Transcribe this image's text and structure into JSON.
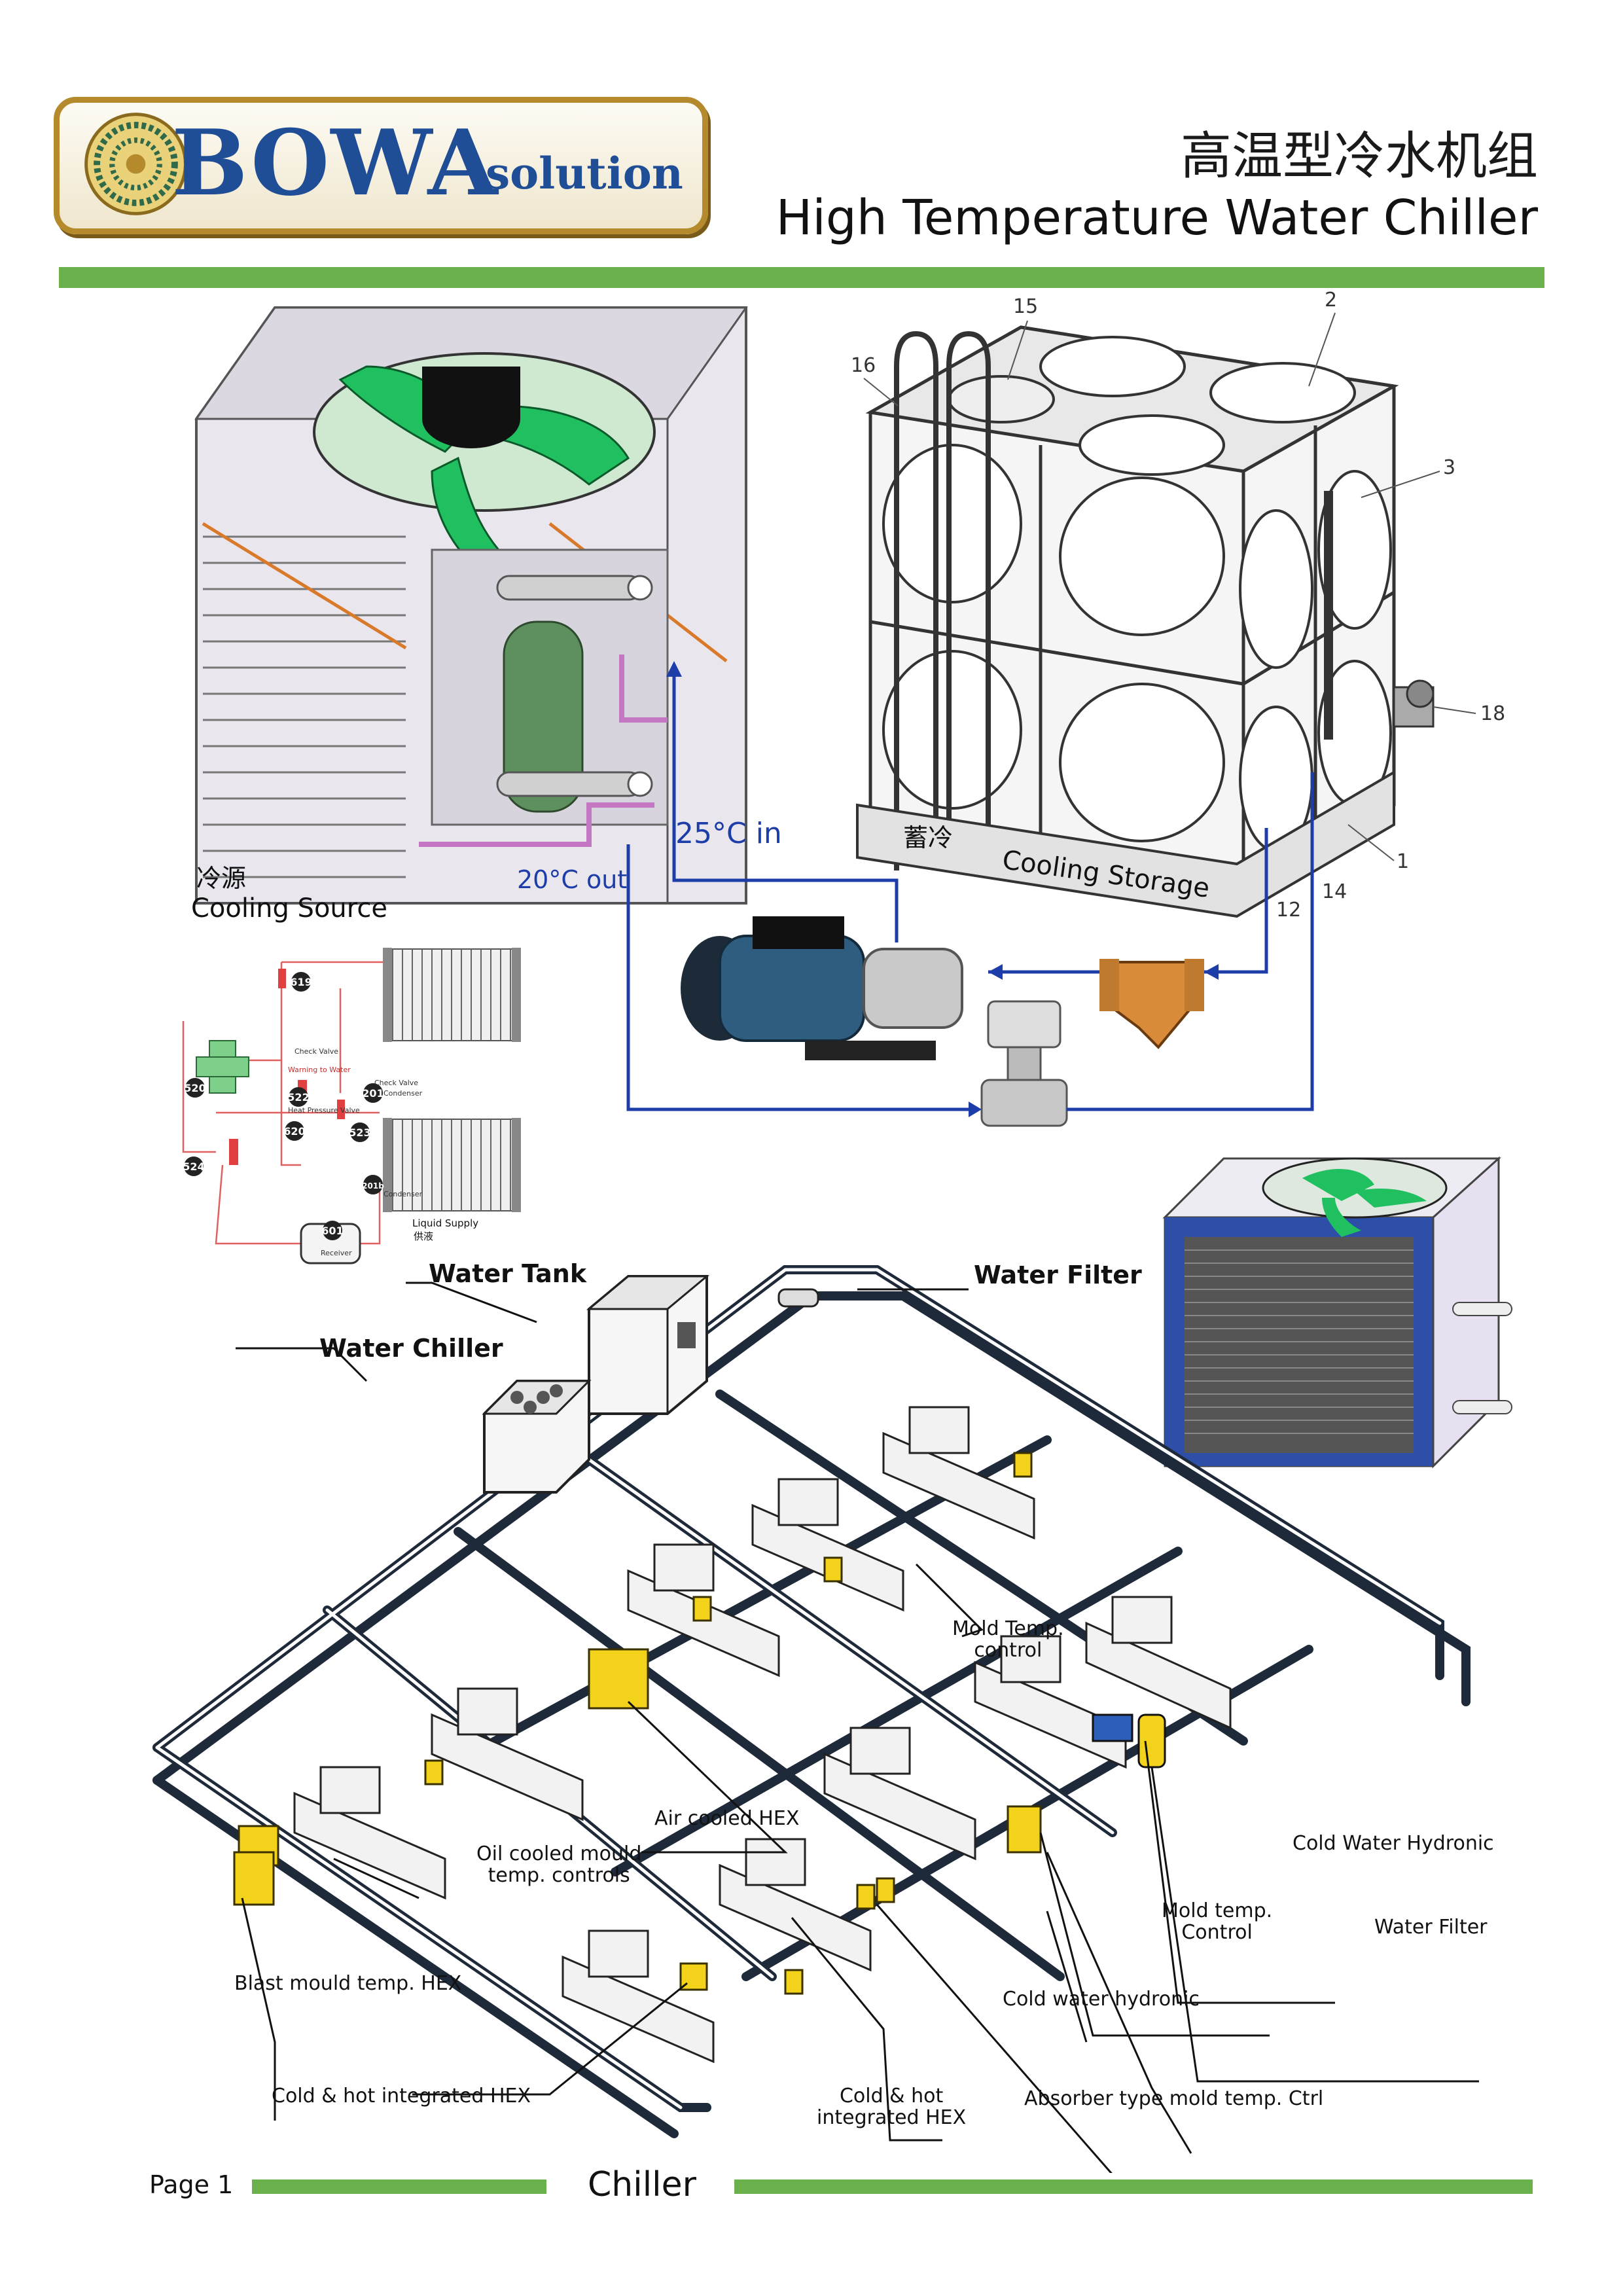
{
  "brand": {
    "name": "BOWA",
    "suffix": "solution"
  },
  "header": {
    "title_zh": "高温型冷水机组",
    "title_en": "High Temperature Water Chiller"
  },
  "top_diagram": {
    "cooling_source_zh": "冷源",
    "cooling_source_en": "Cooling Source",
    "in_label": "25°C in",
    "out_label": "20°C out",
    "storage_zh": "蓄冷",
    "storage_en": "Cooling Storage",
    "callouts": [
      "15",
      "2",
      "16",
      "3",
      "18",
      "1",
      "12",
      "14"
    ]
  },
  "refrigerant_schematic": {
    "nodes": [
      "619",
      "520",
      "522",
      "523",
      "201",
      "620",
      "524",
      "201b",
      "601"
    ],
    "check_valve_top": "Check Valve",
    "warning_text": "Warning to Water",
    "check_valve_side": "Check Valve",
    "heat_pressure_valve": "Heat Pressure Valve",
    "condenser_top": "Condenser",
    "condenser_bottom": "Condenser",
    "receiver": "Receiver",
    "liquid_supply_en": "Liquid Supply",
    "liquid_supply_zh": "供液"
  },
  "system_diagram": {
    "labels": {
      "water_tank": "Water Tank",
      "water_filter_top": "Water Filter",
      "water_chiller": "Water Chiller",
      "mold_temp_control": "Mold Temp.\ncontrol",
      "air_cooled_hex": "Air cooled HEX",
      "oil_cooled": "Oil cooled mould\ntemp. controls",
      "cold_water_hydronic_right": "Cold Water Hydronic",
      "mold_temp_control_2": "Mold temp.\nControl",
      "water_filter_right": "Water Filter",
      "blast_mould": "Blast mould temp. HEX",
      "cold_water_hydronic_low": "Cold water hydronic",
      "cold_hot_integrated_left": "Cold & hot integrated HEX",
      "cold_hot_integrated_mid": "Cold & hot\nintegrated HEX",
      "absorber_type": "Absorber type mold temp. Ctrl"
    }
  },
  "footer": {
    "page": "Page 1",
    "section": "Chiller"
  },
  "colors": {
    "brand_blue": "#1f4d96",
    "accent_green": "#6bb14b",
    "pipe_blue": "#1d3ea8",
    "hex_yellow": "#f2d21b",
    "gold": "#b48a2c"
  }
}
